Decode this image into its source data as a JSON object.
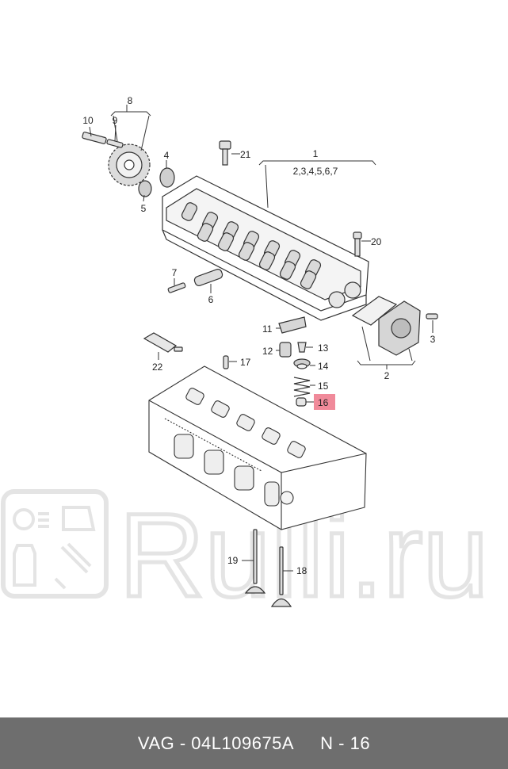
{
  "callouts": {
    "c1": "1",
    "c1_sub": "2,3,4,5,6,7",
    "c2": "2",
    "c3": "3",
    "c4": "4",
    "c5": "5",
    "c6": "6",
    "c7": "7",
    "c8": "8",
    "c9": "9",
    "c10": "10",
    "c11": "11",
    "c12": "12",
    "c13": "13",
    "c14": "14",
    "c15": "15",
    "c16": "16",
    "c17": "17",
    "c18": "18",
    "c19": "19",
    "c20": "20",
    "c21": "21",
    "c22": "22"
  },
  "watermark": {
    "text": "Rulli.ru"
  },
  "footer": {
    "part_label": "VAG - 04L109675A",
    "position_label": "N - 16"
  },
  "colors": {
    "highlight": "#f08a9a",
    "footer_bg": "#6e6e6e",
    "watermark": "#e6e6e6"
  }
}
